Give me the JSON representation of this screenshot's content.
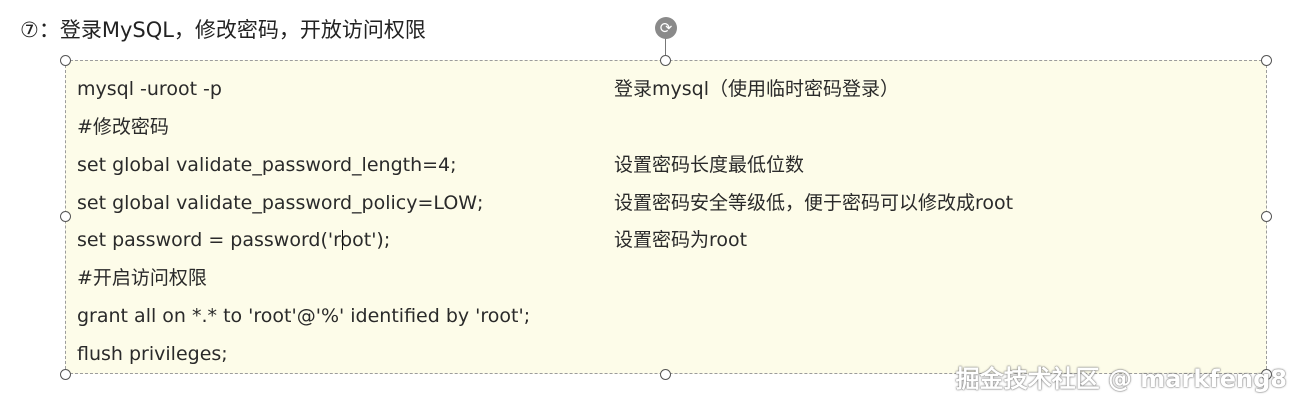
{
  "heading": "⑦：登录MySQL，修改密码，开放访问权限",
  "code_lines": [
    "mysql -uroot -p",
    "#修改密码",
    "set global validate_password_length=4;",
    "set global validate_password_policy=LOW;",
    "set password = password('root');",
    "#开启访问权限",
    "grant all on *.* to 'root'@'%' identified by 'root';",
    "flush privileges;"
  ],
  "notes": {
    "login": "登录mysql（使用临时密码登录）",
    "length": "设置密码长度最低位数",
    "policy": "设置密码安全等级低，便于密码可以修改成root",
    "password": "设置密码为root"
  },
  "watermark": "掘金技术社区 @ markfeng8",
  "rotate_icon": "rotate-icon",
  "colors": {
    "textbox_bg": "#fdfce9",
    "text": "#2a2a2a"
  }
}
